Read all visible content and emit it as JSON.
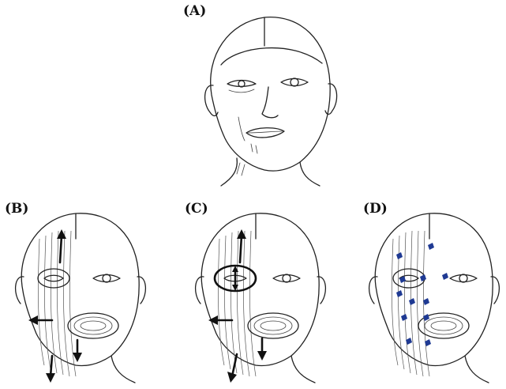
{
  "panels": [
    {
      "id": "A",
      "label": "(A)"
    },
    {
      "id": "B",
      "label": "(B)"
    },
    {
      "id": "C",
      "label": "(C)"
    },
    {
      "id": "D",
      "label": "(D)"
    }
  ],
  "colors": {
    "outline": "#222222",
    "arrows": "#111111",
    "injection_marks": "#1f3a93"
  },
  "icons": [
    "arrow-icon",
    "injection-mark-icon"
  ]
}
